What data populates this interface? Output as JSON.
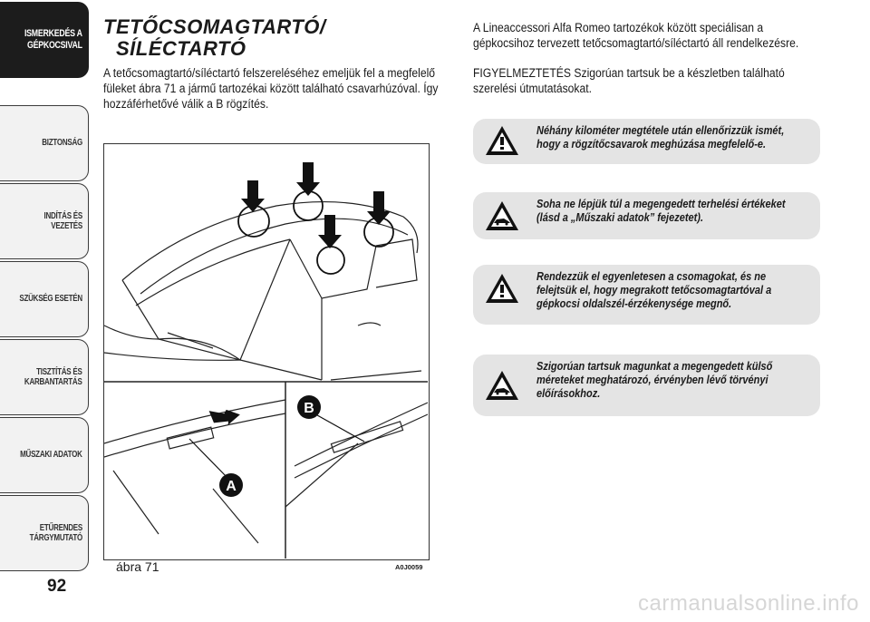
{
  "tabs": [
    {
      "label": "ISMERKEDÉS A\nGÉPKOCSIVAL",
      "active": true
    },
    {
      "label": "BIZTONSÁG"
    },
    {
      "label": "INDÍTÁS ÉS VEZETÉS"
    },
    {
      "label": "SZÜKSÉG ESETÉN"
    },
    {
      "label": "TISZTÍTÁS ÉS\nKARBANTARTÁS"
    },
    {
      "label": "MŰSZAKI ADATOK"
    },
    {
      "label": "ETŰRENDES\nTÁRGYMUTATÓ"
    }
  ],
  "page_number": "92",
  "title_line1": "TETŐCSOMAGTARTÓ/",
  "title_line2": "SÍLÉCTARTÓ",
  "intro": "A tetőcsomagtartó/síléctartó felszereléséhez emeljük fel a megfelelő füleket ábra 71 a jármű tartozékai között található csavarhúzóval. Így hozzáférhetővé válik a B rögzítés.",
  "figure": {
    "caption": "ábra 71",
    "code": "A0J0059",
    "label_a": "A",
    "label_b": "B"
  },
  "right_p1": "A Lineaccessori Alfa Romeo tartozékok között speciálisan a gépkocsihoz tervezett tetőcsomagtartó/síléctartó áll rendelkezésre.",
  "right_p2": "FIGYELMEZTETÉS Szigorúan tartsuk be a készletben található szerelési útmutatásokat.",
  "warnings": [
    {
      "icon": "exclamation-icon",
      "text": "Néhány kilométer megtétele után ellenőrizzük ismét, hogy a rögzítőcsavarok meghúzása megfelelő-e."
    },
    {
      "icon": "car-warning-icon",
      "text": "Soha ne lépjük túl a megengedett terhelési értékeket (lásd a „Műszaki adatok” fejezetet)."
    },
    {
      "icon": "exclamation-icon",
      "text": "Rendezzük el egyenletesen a csomagokat, és ne felejtsük el, hogy megrakott tetőcsomagtartóval a gépkocsi oldalszél-érzékenysége megnő."
    },
    {
      "icon": "car-warning-icon",
      "text": "Szigorúan tartsuk magunkat a megengedett külső méreteket meghatározó, érvényben lévő törvényi előírásokhoz."
    }
  ],
  "watermark": "carmanualsonline.info"
}
